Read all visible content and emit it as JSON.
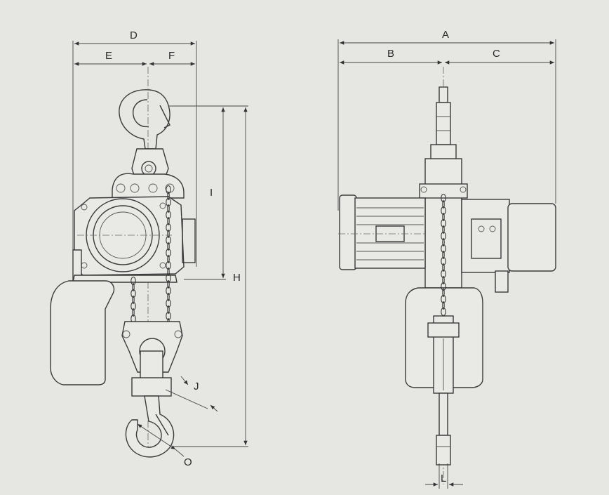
{
  "labels": {
    "A": "A",
    "B": "B",
    "C": "C",
    "D": "D",
    "E": "E",
    "F": "F",
    "H": "H",
    "I": "I",
    "J": "J",
    "O": "O",
    "L": "L"
  },
  "colors": {
    "background": "#e6e6e3",
    "line": "#3a3a3a"
  }
}
